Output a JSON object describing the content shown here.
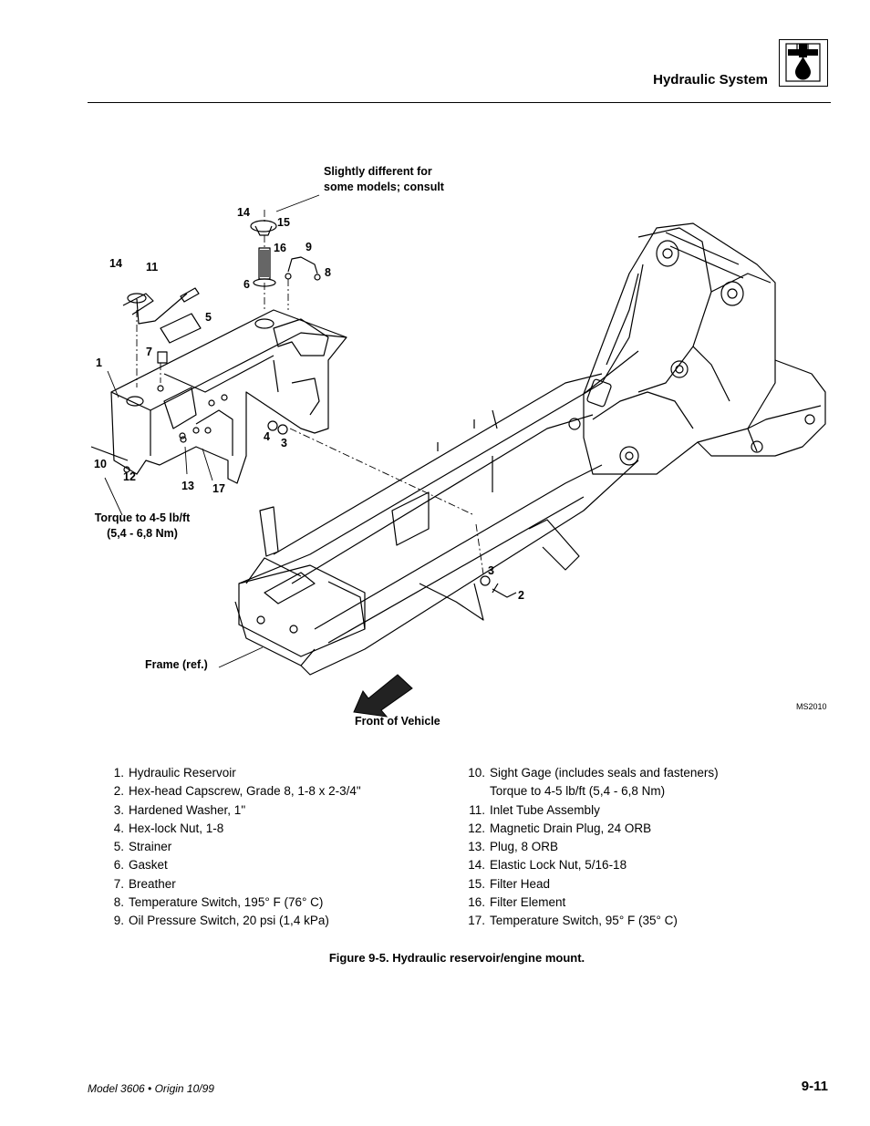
{
  "header": {
    "title": "Hydraulic System",
    "icon": "hydraulic-oil-drop-icon"
  },
  "figure": {
    "callouts": {
      "note": [
        "Slightly different for",
        "some models; consult"
      ],
      "torque": [
        "Torque to 4-5 lb/ft",
        "(5,4 - 6,8 Nm)"
      ],
      "frame": "Frame (ref.)",
      "front": "Front of Vehicle",
      "code": "MS2010"
    },
    "part_labels": [
      "14",
      "15",
      "16",
      "9",
      "8",
      "6",
      "14",
      "11",
      "5",
      "7",
      "1",
      "4",
      "3",
      "10",
      "12",
      "13",
      "17",
      "3",
      "2"
    ]
  },
  "legend": {
    "left": [
      {
        "num": "1.",
        "text": "Hydraulic Reservoir"
      },
      {
        "num": "2.",
        "text": "Hex-head Capscrew, Grade 8, 1-8 x 2-3/4\""
      },
      {
        "num": "3.",
        "text": "Hardened Washer, 1\""
      },
      {
        "num": "4.",
        "text": "Hex-lock Nut, 1-8"
      },
      {
        "num": "5.",
        "text": "Strainer"
      },
      {
        "num": "6.",
        "text": "Gasket"
      },
      {
        "num": "7.",
        "text": "Breather"
      },
      {
        "num": "8.",
        "text": "Temperature Switch, 195° F (76° C)"
      },
      {
        "num": "9.",
        "text": "Oil Pressure Switch, 20 psi (1,4 kPa)"
      }
    ],
    "right": [
      {
        "num": "10.",
        "text": "Sight Gage (includes seals and fasteners)",
        "text2": "Torque to 4-5 lb/ft (5,4 - 6,8 Nm)"
      },
      {
        "num": "11.",
        "text": "Inlet Tube Assembly"
      },
      {
        "num": "12.",
        "text": "Magnetic Drain Plug, 24 ORB"
      },
      {
        "num": "13.",
        "text": "Plug, 8 ORB"
      },
      {
        "num": "14.",
        "text": "Elastic Lock Nut, 5/16-18"
      },
      {
        "num": "15.",
        "text": "Filter Head"
      },
      {
        "num": "16.",
        "text": "Filter Element"
      },
      {
        "num": "17.",
        "text": "Temperature Switch, 95° F (35° C)"
      }
    ]
  },
  "caption": "Figure 9-5.  Hydraulic reservoir/engine mount.",
  "footer": {
    "left": "Model 3606 • Origin 10/99",
    "page": "9-11"
  }
}
